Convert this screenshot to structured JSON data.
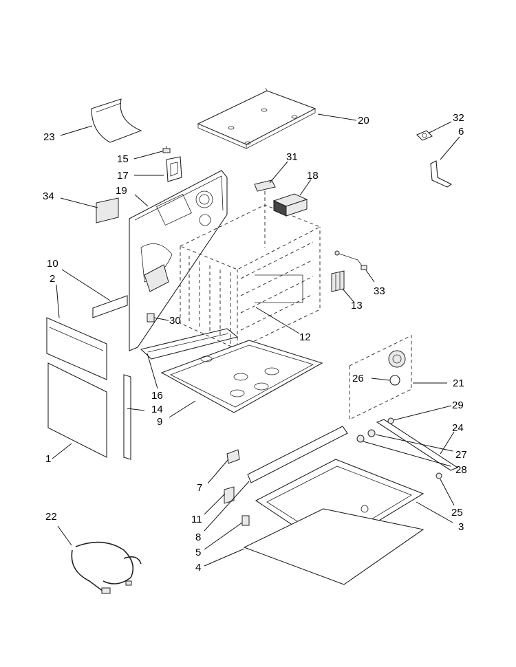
{
  "callouts": [
    {
      "id": "c1",
      "text": "1"
    },
    {
      "id": "c2",
      "text": "2"
    },
    {
      "id": "c3",
      "text": "3"
    },
    {
      "id": "c4",
      "text": "4"
    },
    {
      "id": "c5",
      "text": "5"
    },
    {
      "id": "c6",
      "text": "6"
    },
    {
      "id": "c7",
      "text": "7"
    },
    {
      "id": "c8",
      "text": "8"
    },
    {
      "id": "c9",
      "text": "9"
    },
    {
      "id": "c10",
      "text": "10"
    },
    {
      "id": "c11",
      "text": "11"
    },
    {
      "id": "c12",
      "text": "12"
    },
    {
      "id": "c13",
      "text": "13"
    },
    {
      "id": "c14",
      "text": "14"
    },
    {
      "id": "c15",
      "text": "15"
    },
    {
      "id": "c16",
      "text": "16"
    },
    {
      "id": "c17",
      "text": "17"
    },
    {
      "id": "c18",
      "text": "18"
    },
    {
      "id": "c19",
      "text": "19"
    },
    {
      "id": "c20",
      "text": "20"
    },
    {
      "id": "c21",
      "text": "21"
    },
    {
      "id": "c22",
      "text": "22"
    },
    {
      "id": "c23",
      "text": "23"
    },
    {
      "id": "c24",
      "text": "24"
    },
    {
      "id": "c25",
      "text": "25"
    },
    {
      "id": "c26",
      "text": "26"
    },
    {
      "id": "c27",
      "text": "27"
    },
    {
      "id": "c28",
      "text": "28"
    },
    {
      "id": "c29",
      "text": "29"
    },
    {
      "id": "c30",
      "text": "30"
    },
    {
      "id": "c31",
      "text": "31"
    },
    {
      "id": "c32",
      "text": "32"
    },
    {
      "id": "c33",
      "text": "33"
    },
    {
      "id": "c34",
      "text": "34"
    }
  ]
}
